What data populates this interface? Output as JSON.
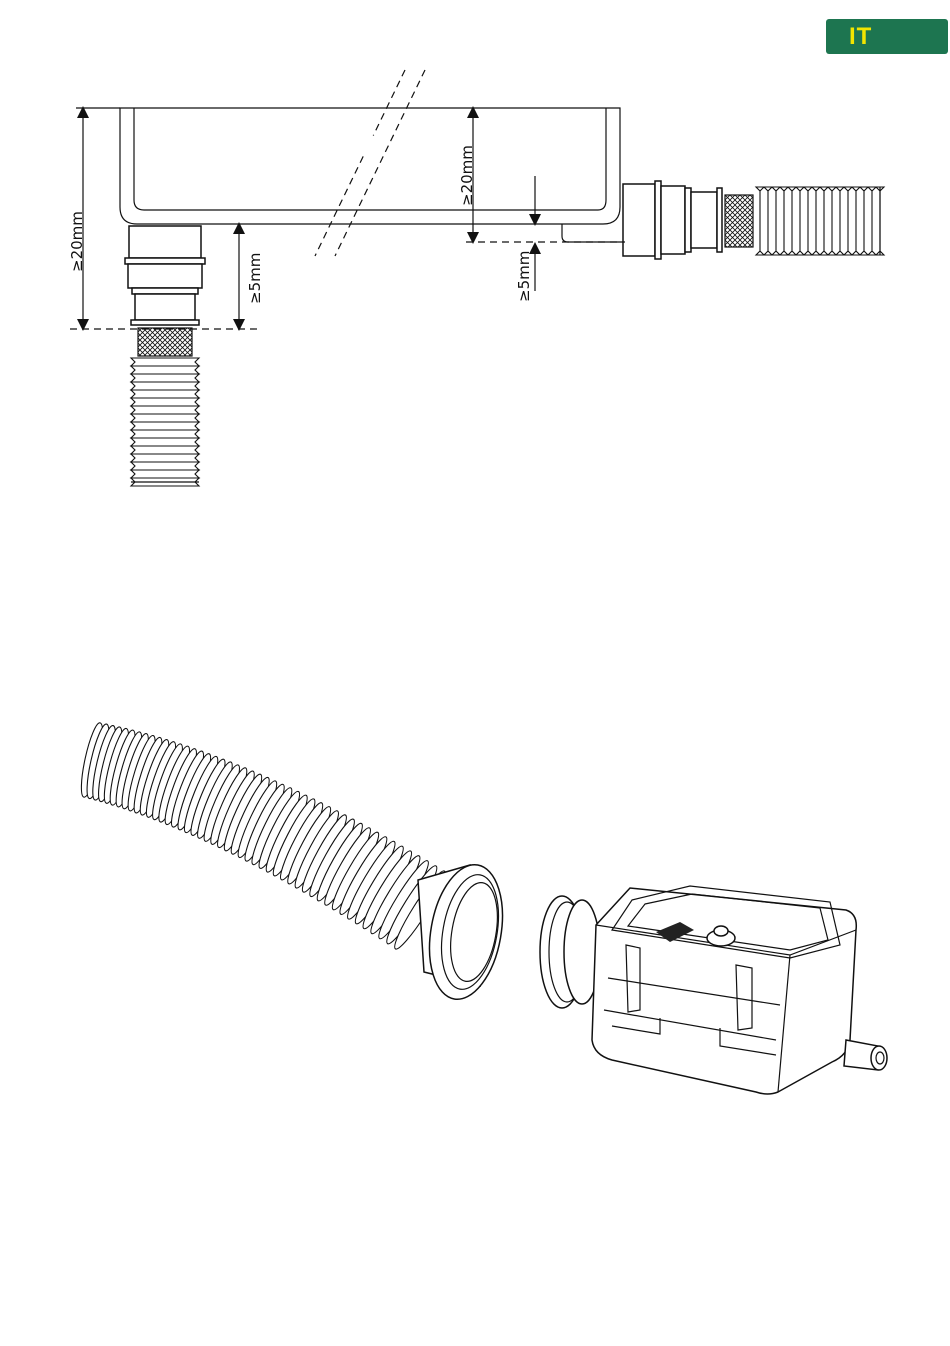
{
  "badge": {
    "label": "IT",
    "bg": "#1d7550",
    "fg": "#f2e500"
  },
  "figure_top": {
    "dim_left_height": "≥20mm",
    "dim_left_gap": "≥5mm",
    "dim_right_height": "≥20mm",
    "dim_right_gap": "≥5mm"
  },
  "figure_bottom": {}
}
